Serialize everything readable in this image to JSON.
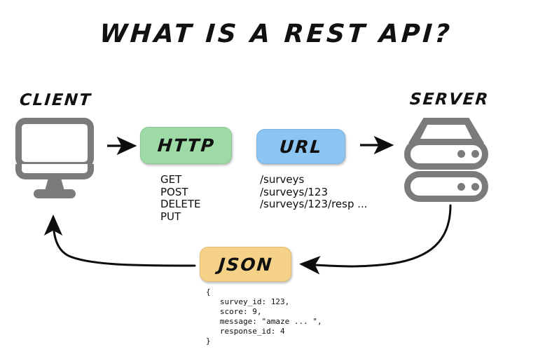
{
  "title": "WHAT IS A REST API?",
  "nodes": {
    "client_label": "CLIENT",
    "server_label": "SERVER"
  },
  "chips": {
    "http": "HTTP",
    "url": "URL",
    "json": "JSON"
  },
  "http_methods": [
    "GET",
    "POST",
    "DELETE",
    "PUT"
  ],
  "http_methods_text": "GET\nPOST\nDELETE\nPUT",
  "url_paths": [
    "/surveys",
    "/surveys/123",
    "/surveys/123/resp ..."
  ],
  "url_paths_text": "/surveys\n/surveys/123\n/surveys/123/resp ...",
  "json_payload": {
    "survey_id": "123",
    "score": "9",
    "message": "\"amaze ... \"",
    "response_id": "4"
  },
  "json_payload_text": "{\n   survey_id: 123,\n   score: 9,\n   message: \"amaze ... \",\n   response_id: 4\n}",
  "colors": {
    "http_green": "#9edaa6",
    "url_blue": "#8dc5f2",
    "json_orange": "#f6d289",
    "icon_gray": "#7b7b7b",
    "ink_black": "#111111",
    "background": "#ffffff"
  },
  "arrows": [
    {
      "name": "client-to-http",
      "direction": "right"
    },
    {
      "name": "url-to-server",
      "direction": "right"
    },
    {
      "name": "server-to-json",
      "direction": "left-curved"
    },
    {
      "name": "json-to-client",
      "direction": "left-up-curved"
    }
  ]
}
